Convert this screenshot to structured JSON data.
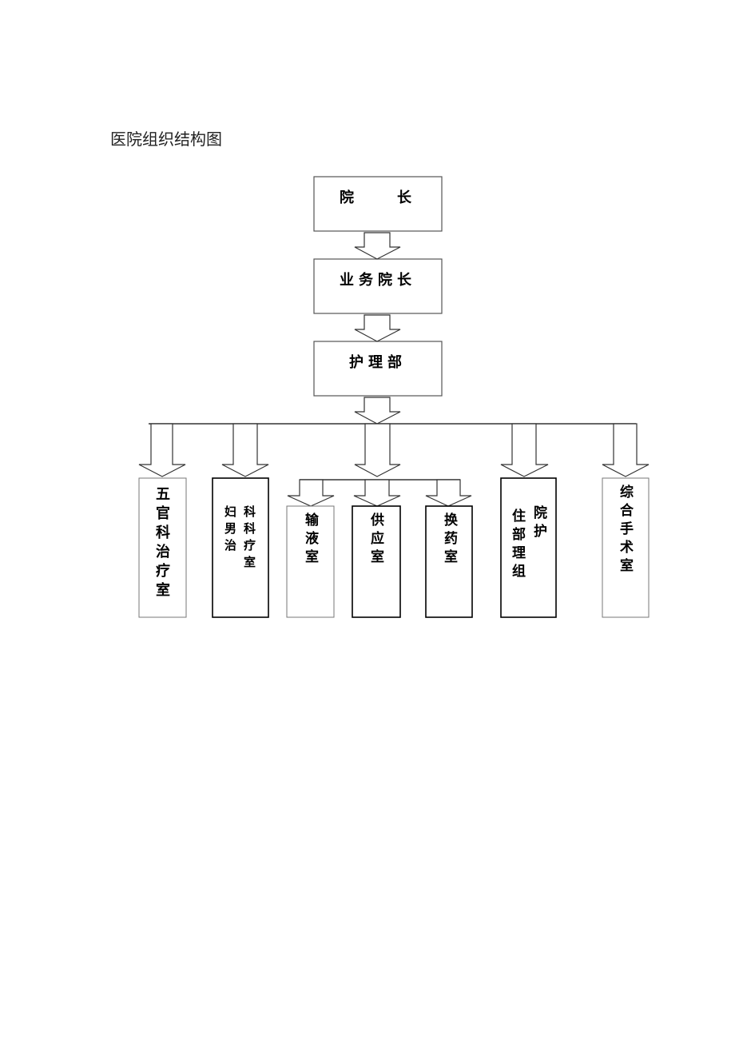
{
  "document": {
    "title": "医院组织结构图"
  },
  "org_chart": {
    "levels": [
      {
        "id": "president",
        "label": "院　　长"
      },
      {
        "id": "business-vp",
        "label": "业务院长"
      },
      {
        "id": "nursing-dept",
        "label": "护理部"
      }
    ],
    "departments": [
      {
        "id": "ent-treatment",
        "columns": [
          "五官科治疗室"
        ]
      },
      {
        "id": "obgyn-andrology",
        "columns": [
          "科科疗室",
          "妇男治"
        ]
      },
      {
        "id": "infusion",
        "columns": [
          "输液室"
        ]
      },
      {
        "id": "supply",
        "columns": [
          "供应室"
        ]
      },
      {
        "id": "dressing",
        "columns": [
          "换药室"
        ]
      },
      {
        "id": "inpatient-nursing",
        "columns": [
          "院护",
          "住部理组"
        ]
      },
      {
        "id": "operating-room",
        "columns": [
          "综合手术室"
        ]
      }
    ]
  }
}
